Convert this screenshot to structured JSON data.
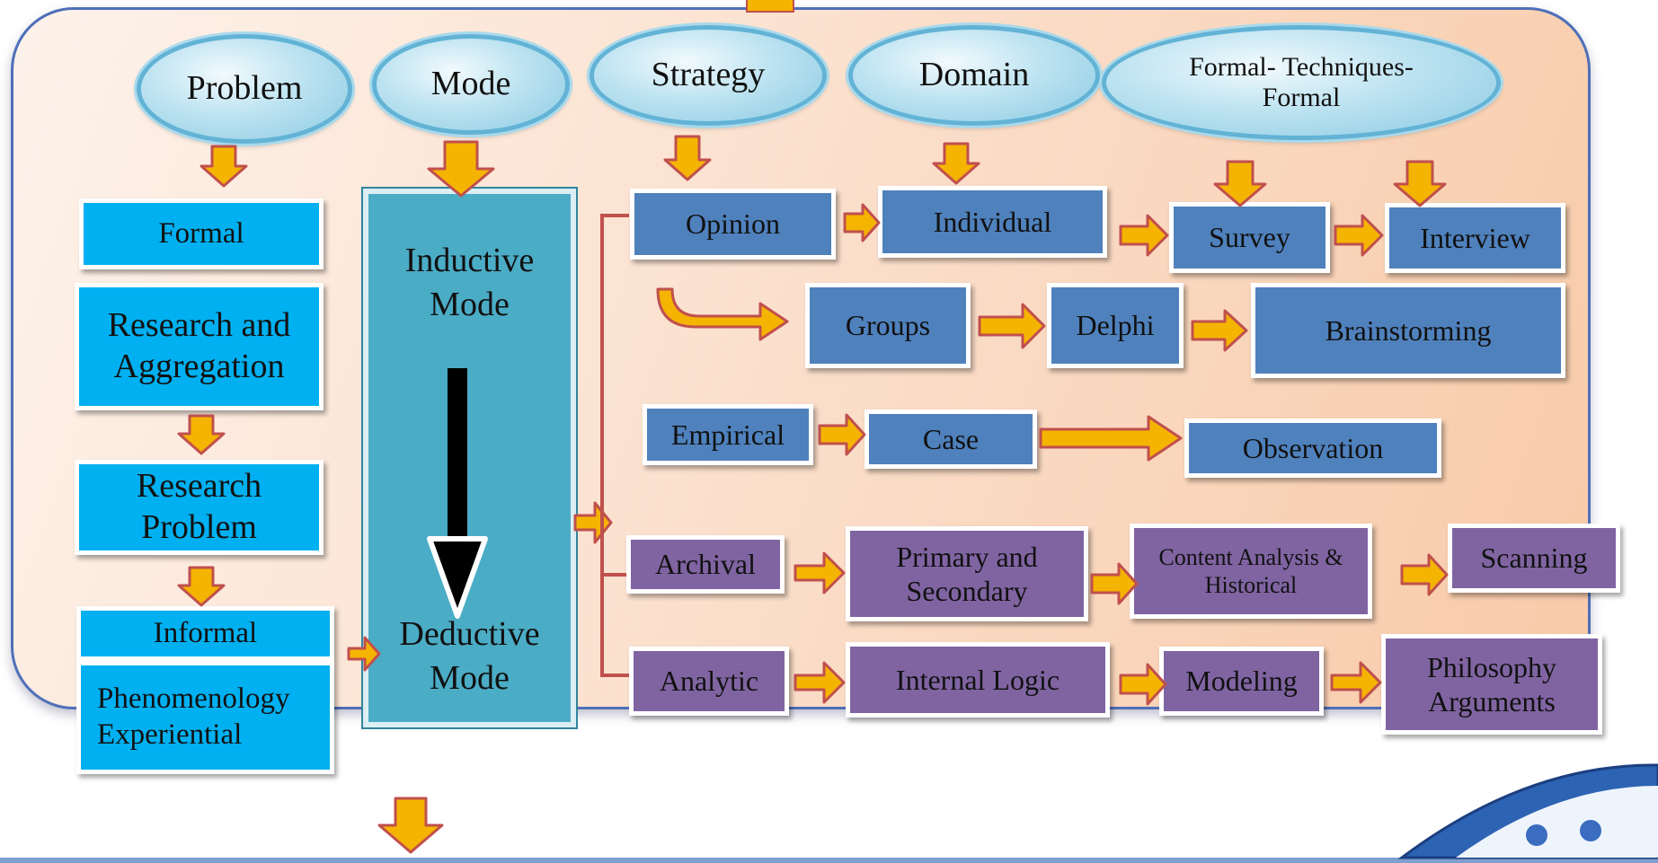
{
  "headers": {
    "problem": "Problem",
    "mode": "Mode",
    "strategy": "Strategy",
    "domain": "Domain",
    "techniques": "Formal- Techniques- Formal"
  },
  "problem_column": {
    "formal": "Formal",
    "research_aggregation": "Research and Aggregation",
    "research_problem": "Research Problem",
    "informal": "Informal",
    "phenomenology": "Phenomenology Experiential"
  },
  "mode_column": {
    "inductive": "Inductive Mode",
    "deductive": "Deductive Mode"
  },
  "opinion_row": {
    "opinion": "Opinion",
    "individual": "Individual",
    "survey": "Survey",
    "interview": "Interview"
  },
  "groups_row": {
    "groups": "Groups",
    "delphi": "Delphi",
    "brainstorming": "Brainstorming"
  },
  "empirical_row": {
    "empirical": "Empirical",
    "case": "Case",
    "observation": "Observation"
  },
  "archival_row": {
    "archival": "Archival",
    "primary_secondary": "Primary and Secondary",
    "content_analysis": "Content Analysis & Historical",
    "scanning": "Scanning"
  },
  "analytic_row": {
    "analytic": "Analytic",
    "internal_logic": "Internal Logic",
    "modeling": "Modeling",
    "philosophy": "Philosophy Arguments"
  },
  "colors": {
    "cyan_box": "#00b0f0",
    "blue_box": "#4f81bd",
    "purple_box": "#8064a2",
    "mode_box": "#4bacc6",
    "arrow_fill": "#f5b400",
    "arrow_stroke": "#c0504d",
    "panel_border": "#4f6fb8"
  }
}
